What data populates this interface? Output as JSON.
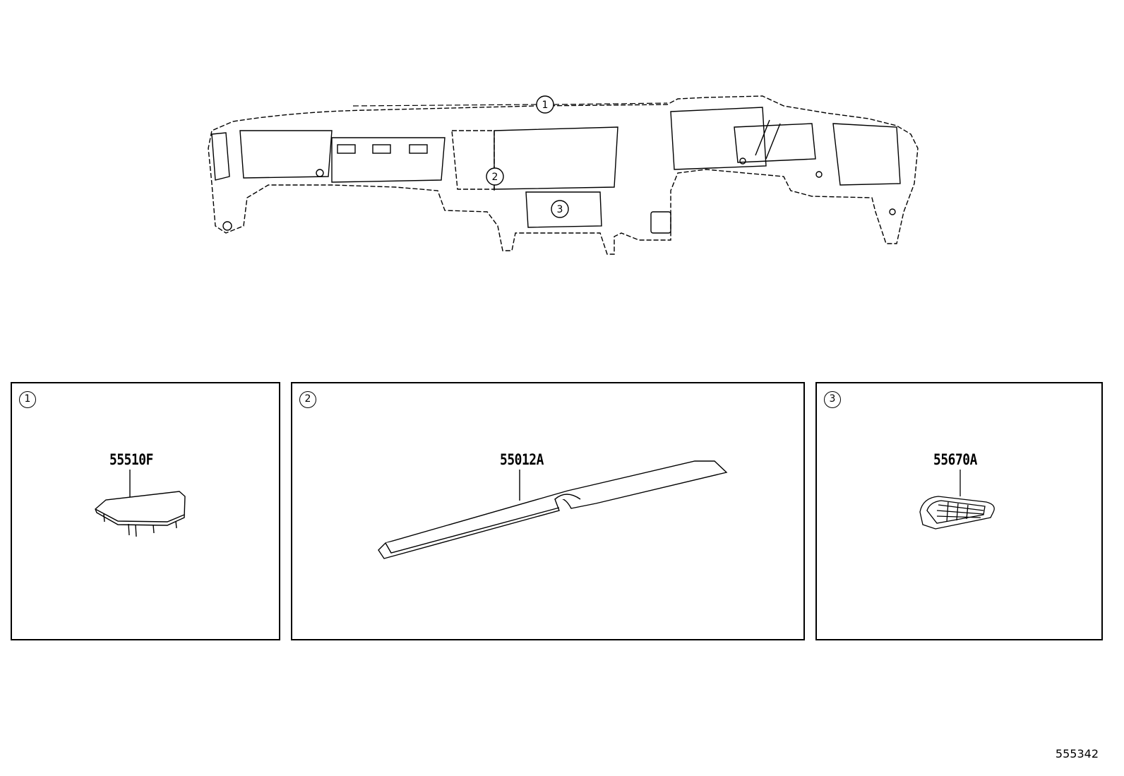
{
  "overview": {
    "callouts": [
      "1",
      "2",
      "3"
    ]
  },
  "panels": [
    {
      "marker": "1",
      "part_number": "55510F",
      "part_icon": "glove-box-lid-icon"
    },
    {
      "marker": "2",
      "part_number": "55012A",
      "part_icon": "instrument-panel-pad-icon"
    },
    {
      "marker": "3",
      "part_number": "55670A",
      "part_icon": "air-vent-register-icon"
    }
  ],
  "drawing_number": "555342"
}
